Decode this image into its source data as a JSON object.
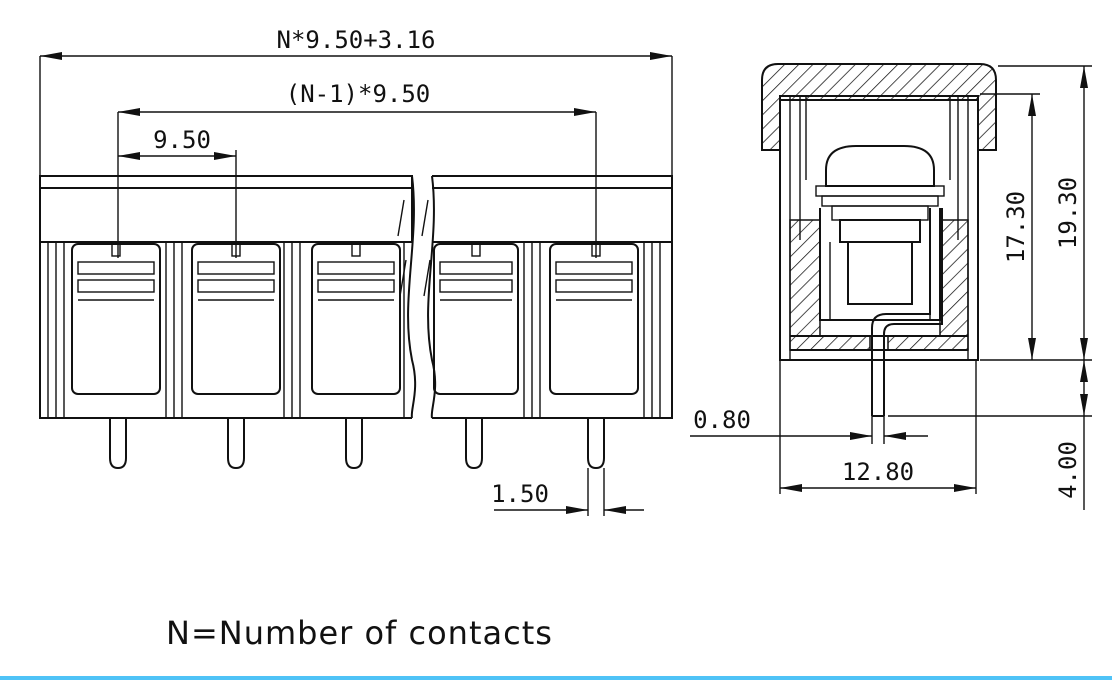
{
  "diagram": {
    "dimensions": {
      "total_length": "N*9.50+3.16",
      "span": "(N-1)*9.50",
      "pitch": "9.50",
      "pin_width_front": "1.50",
      "pin_width_side": "0.80",
      "depth": "12.80",
      "height_body": "17.30",
      "height_total": "19.30",
      "pin_length": "4.00"
    },
    "caption": "N=Number of contacts"
  },
  "colors": {
    "line": "#111111",
    "bottom_rule": "#4fc3f7"
  }
}
